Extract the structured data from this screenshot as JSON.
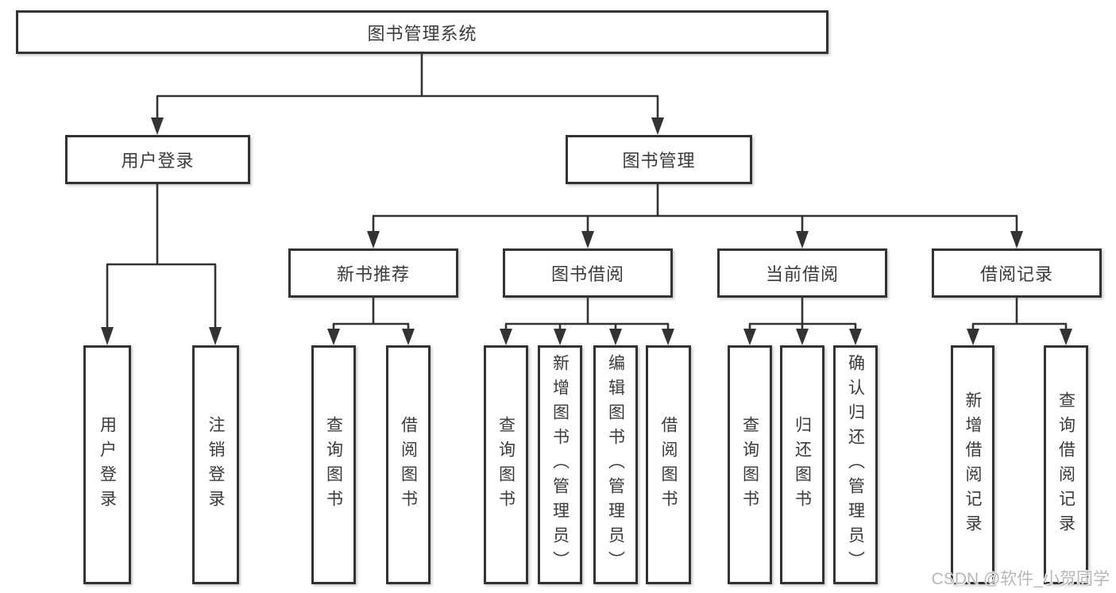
{
  "tree": {
    "root": {
      "label": "图书管理系统"
    },
    "branches": [
      {
        "label": "用户登录",
        "children": [
          {
            "label": "用户登录"
          },
          {
            "label": "注销登录"
          }
        ]
      },
      {
        "label": "图书管理",
        "groups": [
          {
            "label": "新书推荐",
            "children": [
              {
                "label": "查询图书"
              },
              {
                "label": "借阅图书"
              }
            ]
          },
          {
            "label": "图书借阅",
            "children": [
              {
                "label": "查询图书"
              },
              {
                "label": "新增图书（管理员）"
              },
              {
                "label": "编辑图书（管理员）"
              },
              {
                "label": "借阅图书"
              }
            ]
          },
          {
            "label": "当前借阅",
            "children": [
              {
                "label": "查询图书"
              },
              {
                "label": "归还图书"
              },
              {
                "label": "确认归还（管理员）"
              }
            ]
          },
          {
            "label": "借阅记录",
            "children": [
              {
                "label": "新增借阅记录"
              },
              {
                "label": "查询借阅记录"
              }
            ]
          }
        ]
      }
    ]
  },
  "watermark": {
    "text": "CSDN @软件_小贺同学"
  },
  "colors": {
    "line": "#333333",
    "text": "#3b3b3b",
    "watermark": "#b8b8b8",
    "background": "#ffffff"
  }
}
